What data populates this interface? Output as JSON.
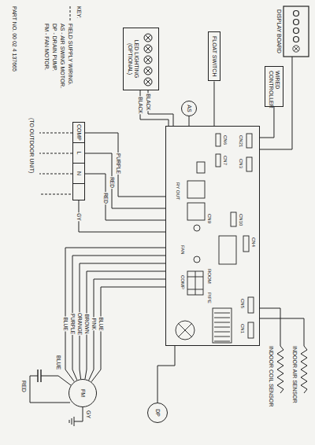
{
  "diagram": {
    "nodes": [
      {
        "text": [
          "DISPLAY BOARD"
        ]
      },
      {
        "text": [
          "WIRED CONTROLLER"
        ]
      },
      {
        "text": [
          "FLOAT SWITCH"
        ]
      },
      {
        "text": [
          "LED LIGHTING",
          "(OPTIONAL)"
        ]
      },
      {
        "text": [
          "AS"
        ]
      },
      {
        "text": [
          "CN21",
          "CN3",
          "CN4",
          "CN5",
          "CN1",
          "CN6",
          "CN7",
          "ROOM",
          "PIPE",
          "FAN",
          "RY OUT",
          "COMP",
          "CN9",
          "CN10"
        ]
      },
      {
        "text": [
          "COMP",
          "L",
          "N"
        ]
      },
      {
        "text": [
          "DP"
        ]
      },
      {
        "text": [
          "FM"
        ]
      }
    ],
    "edges": [
      {
        "from": 0,
        "to": 5,
        "arrow": "none"
      },
      {
        "from": 1,
        "to": 5,
        "arrow": "none"
      },
      {
        "from": 2,
        "to": 5,
        "arrow": "none"
      },
      {
        "from": 3,
        "to": 5,
        "label": "BLACK",
        "arrow": "none"
      },
      {
        "from": 3,
        "to": 5,
        "label": "BLACK",
        "arrow": "none"
      },
      {
        "from": 4,
        "to": 5,
        "arrow": "none"
      },
      {
        "from": 5,
        "to": 6,
        "label": "PURPLE",
        "arrow": "none"
      },
      {
        "from": 5,
        "to": 6,
        "label": "RED",
        "arrow": "none"
      },
      {
        "from": 5,
        "to": 6,
        "label": "RED",
        "arrow": "none"
      },
      {
        "from": 5,
        "to": 8,
        "label": "BLUE",
        "arrow": "none"
      },
      {
        "from": 5,
        "to": 8,
        "label": "PINK",
        "arrow": "none"
      },
      {
        "from": 5,
        "to": 8,
        "label": "BROWN",
        "arrow": "none"
      },
      {
        "from": 5,
        "to": 8,
        "label": "ORANGE",
        "arrow": "none"
      },
      {
        "from": 5,
        "to": 8,
        "label": "PURPLE",
        "arrow": "none"
      },
      {
        "from": 5,
        "to": 8,
        "label": "BLUE",
        "arrow": "none"
      },
      {
        "from": 5,
        "to": 7,
        "arrow": "none"
      },
      {
        "from": 6,
        "to": 5,
        "label": "GY",
        "arrow": "none"
      }
    ],
    "labels": [
      "KEY:",
      "PART NO. 00 02 4 137665",
      "(TO OUTDOOR UNIT)",
      "INDOOR AIR SENSOR",
      "INDOOR COIL SENSOR",
      "BLUE",
      "RED",
      "GY"
    ],
    "legend": [
      {
        "text": "FIELD SUPPLY WIRING."
      },
      {
        "text": "AS - AIR SWING MOTOR."
      },
      {
        "text": "DP - DRAIN PUMP."
      },
      {
        "text": "FM - FAN MOTOR."
      }
    ]
  }
}
